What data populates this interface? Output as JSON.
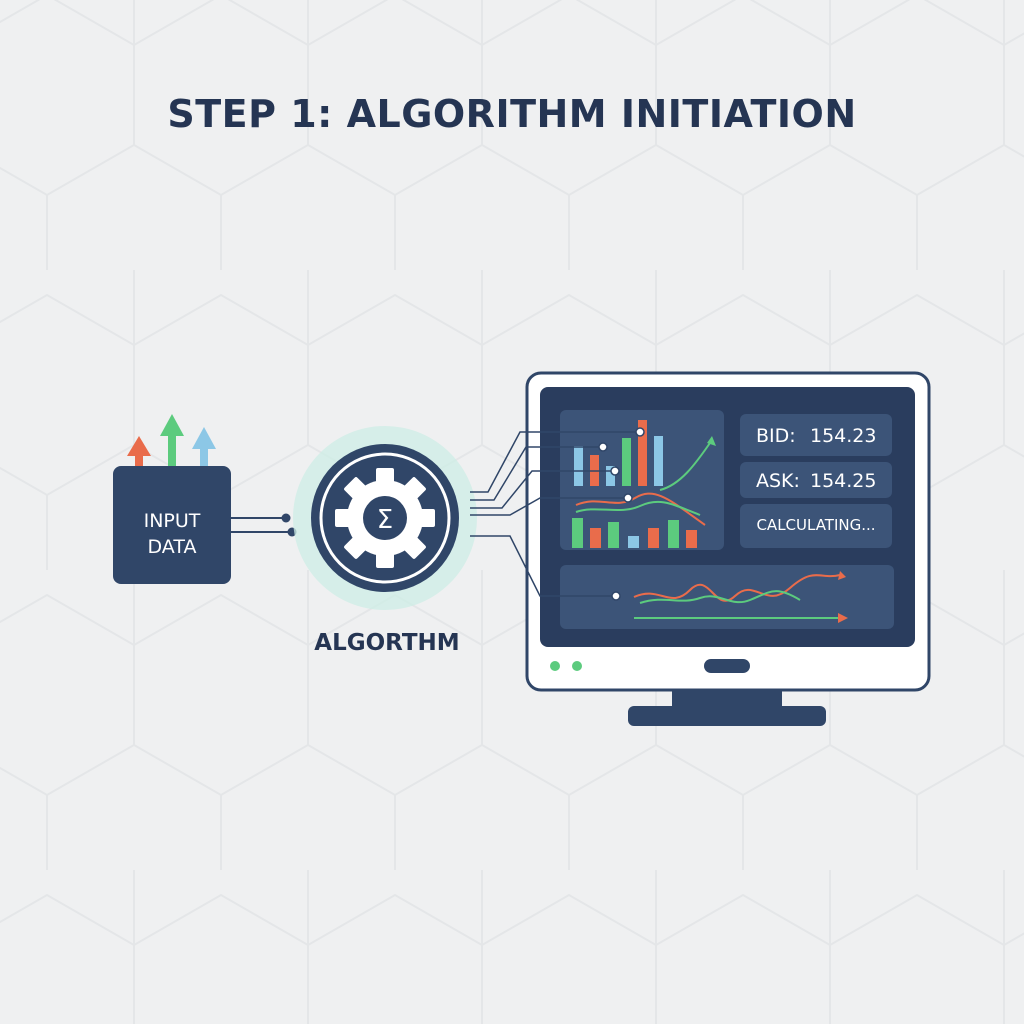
{
  "title": "STEP 1: ALGORITHM INITIATION",
  "input_block": {
    "label_line1": "INPUT",
    "label_line2": "DATA"
  },
  "algorithm": {
    "label": "ALGORTHM",
    "symbol": "Σ"
  },
  "monitor": {
    "bid_label": "BID:",
    "bid_value": "154.23",
    "ask_label": "ASK:",
    "ask_value": "154.25",
    "status": "CALCULATING..."
  },
  "colors": {
    "navy": "#304668",
    "panel": "#3c5478",
    "background": "#eff0f1",
    "orange": "#e96c4b",
    "green": "#5ccb7e",
    "light_blue": "#8cc7e6",
    "teal_glow": "#cdeee6",
    "monitor_screen": "#2a3d5e"
  },
  "icons": [
    "up-arrow-icon",
    "gear-icon",
    "sigma-icon"
  ]
}
